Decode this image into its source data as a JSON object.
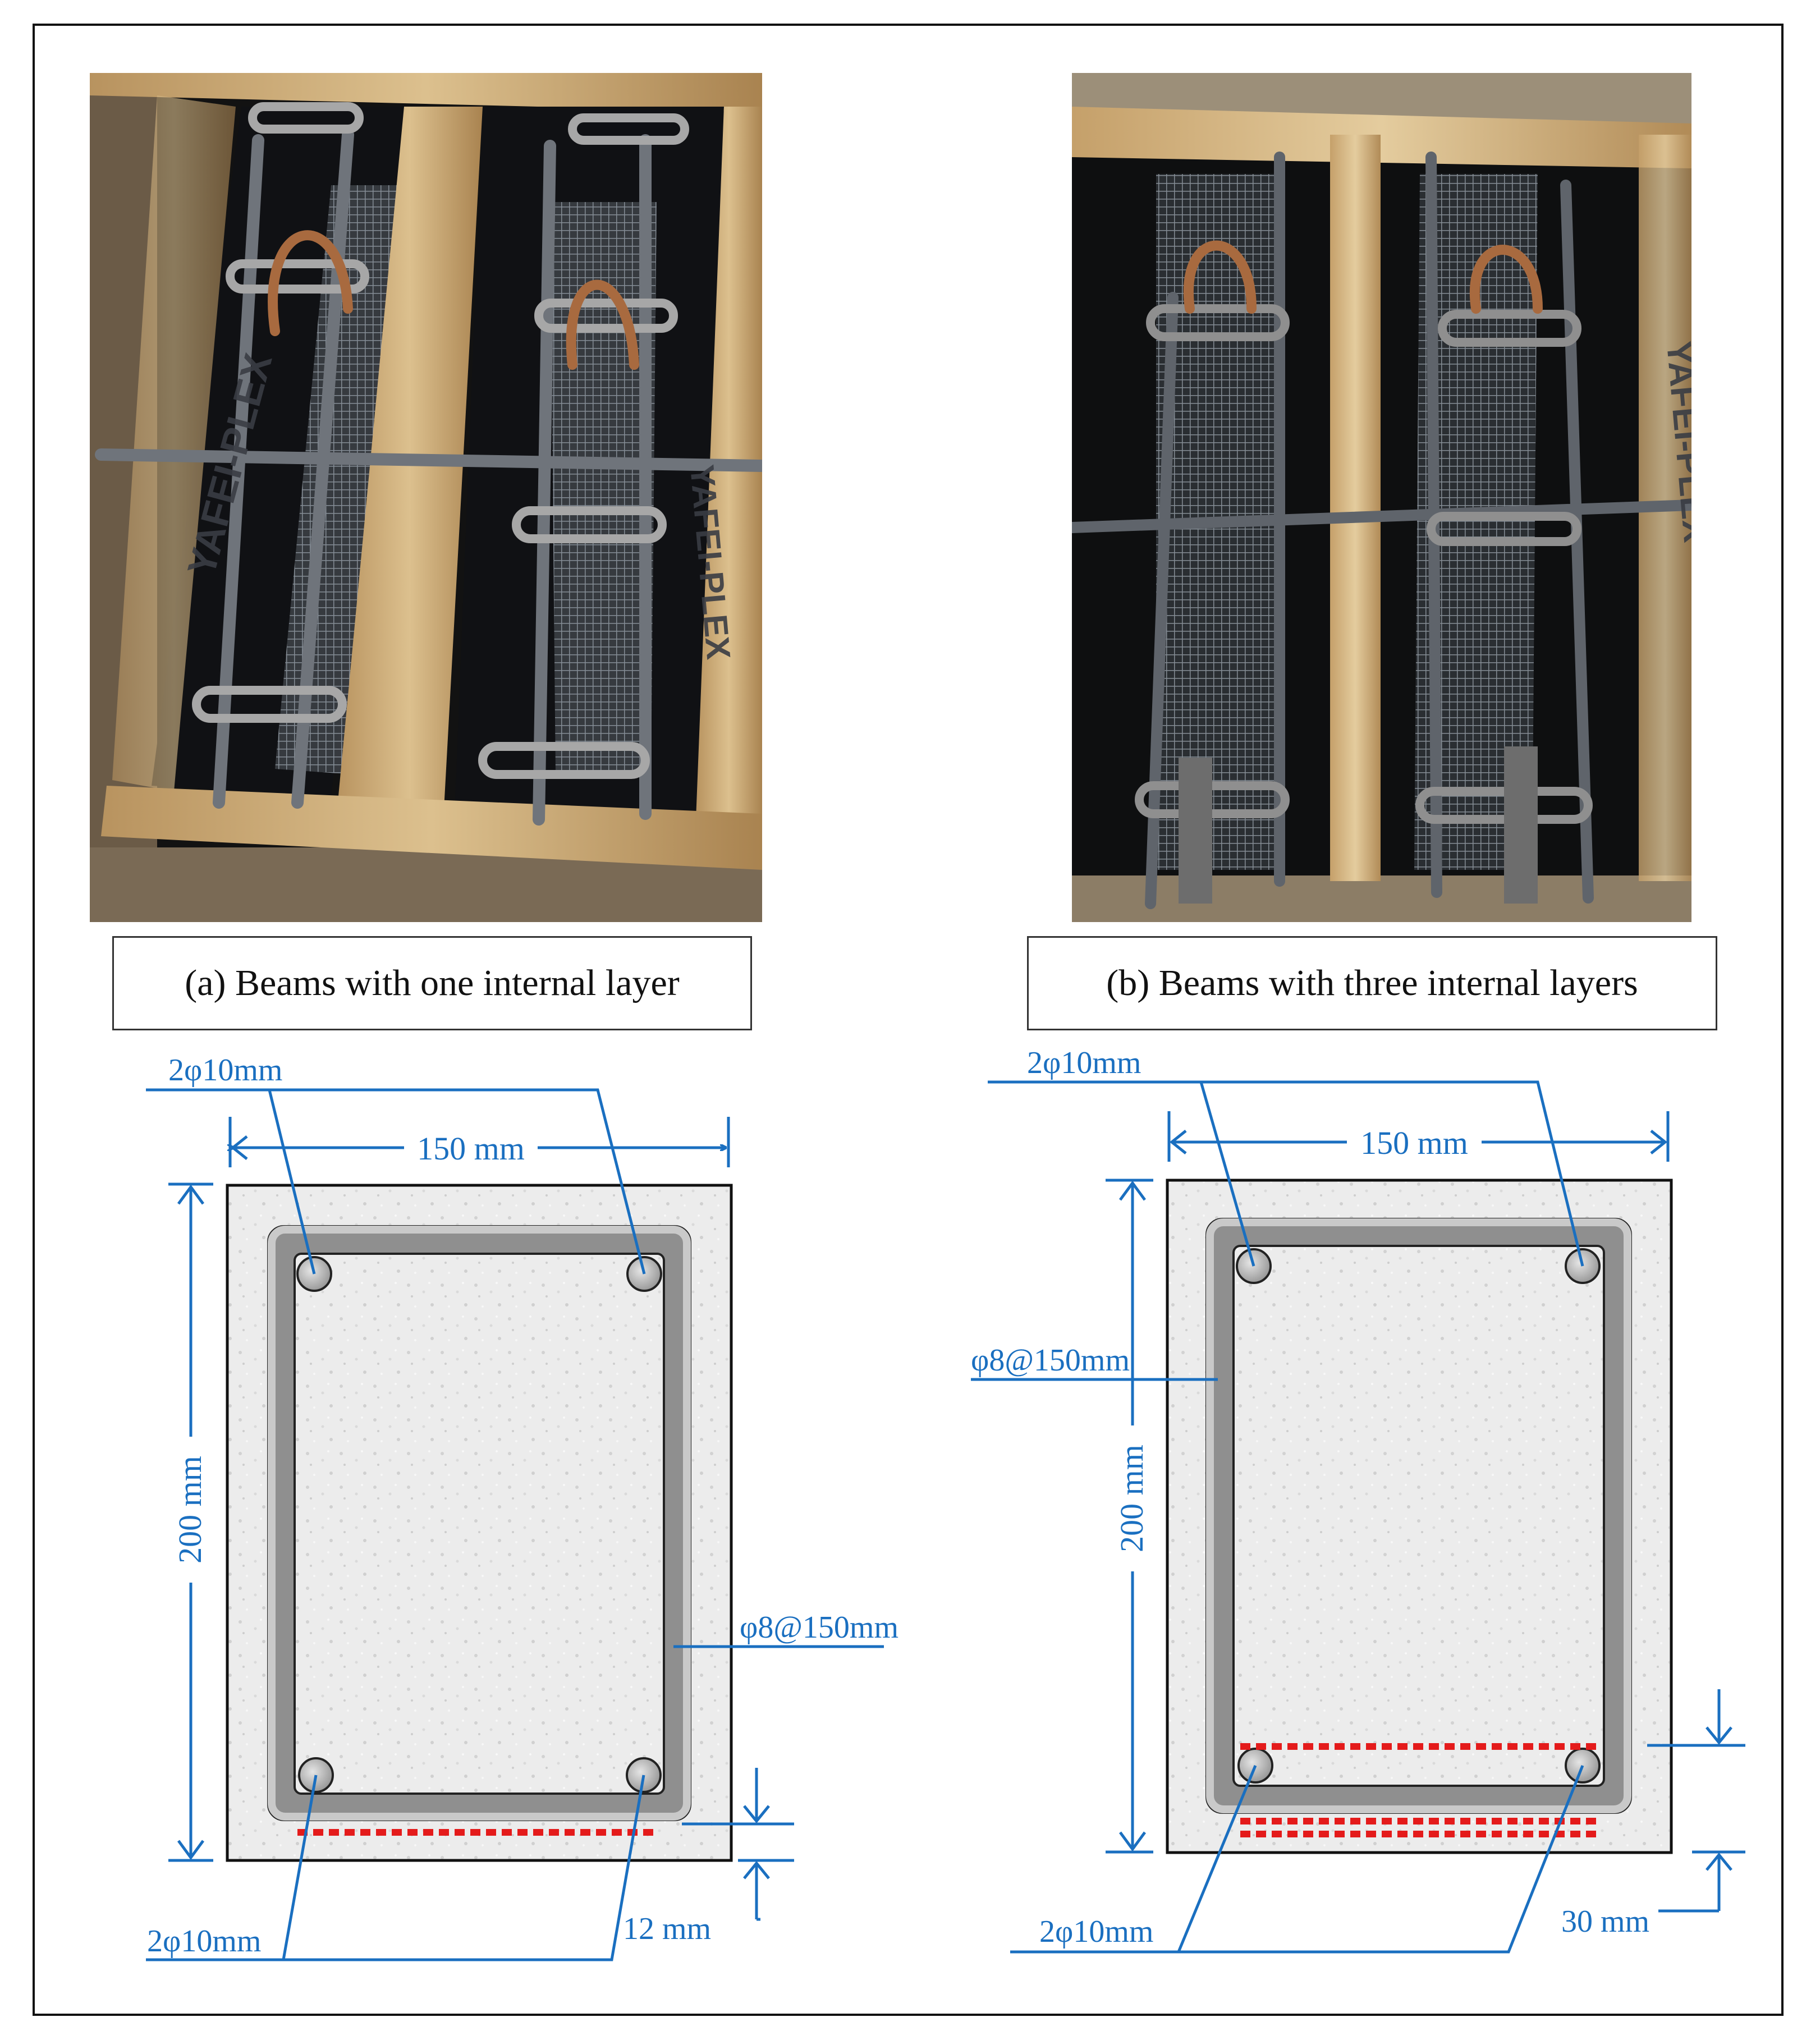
{
  "captions": {
    "a": "(a) Beams with one internal layer",
    "b": "(b) Beams with three internal layers"
  },
  "photo_text": {
    "formwork_brand": "YAFEI-PLEX"
  },
  "section_a": {
    "width_label": "150 mm",
    "height_label": "200 mm",
    "top_bars_label": "2φ10mm",
    "bottom_bars_label": "2φ10mm",
    "stirrup_label": "φ8@150mm",
    "cover_label": "12 mm"
  },
  "section_b": {
    "width_label": "150 mm",
    "height_label": "200 mm",
    "top_bars_label": "2φ10mm",
    "bottom_bars_label": "2φ10mm",
    "stirrup_label": "φ8@150mm",
    "cover_label": "30 mm"
  },
  "colors": {
    "dimension_blue": "#1a6fc0",
    "mesh_red": "#e41b1b",
    "stirrup_gray": "#8c8c8c",
    "concrete": "#e9e9e9"
  }
}
